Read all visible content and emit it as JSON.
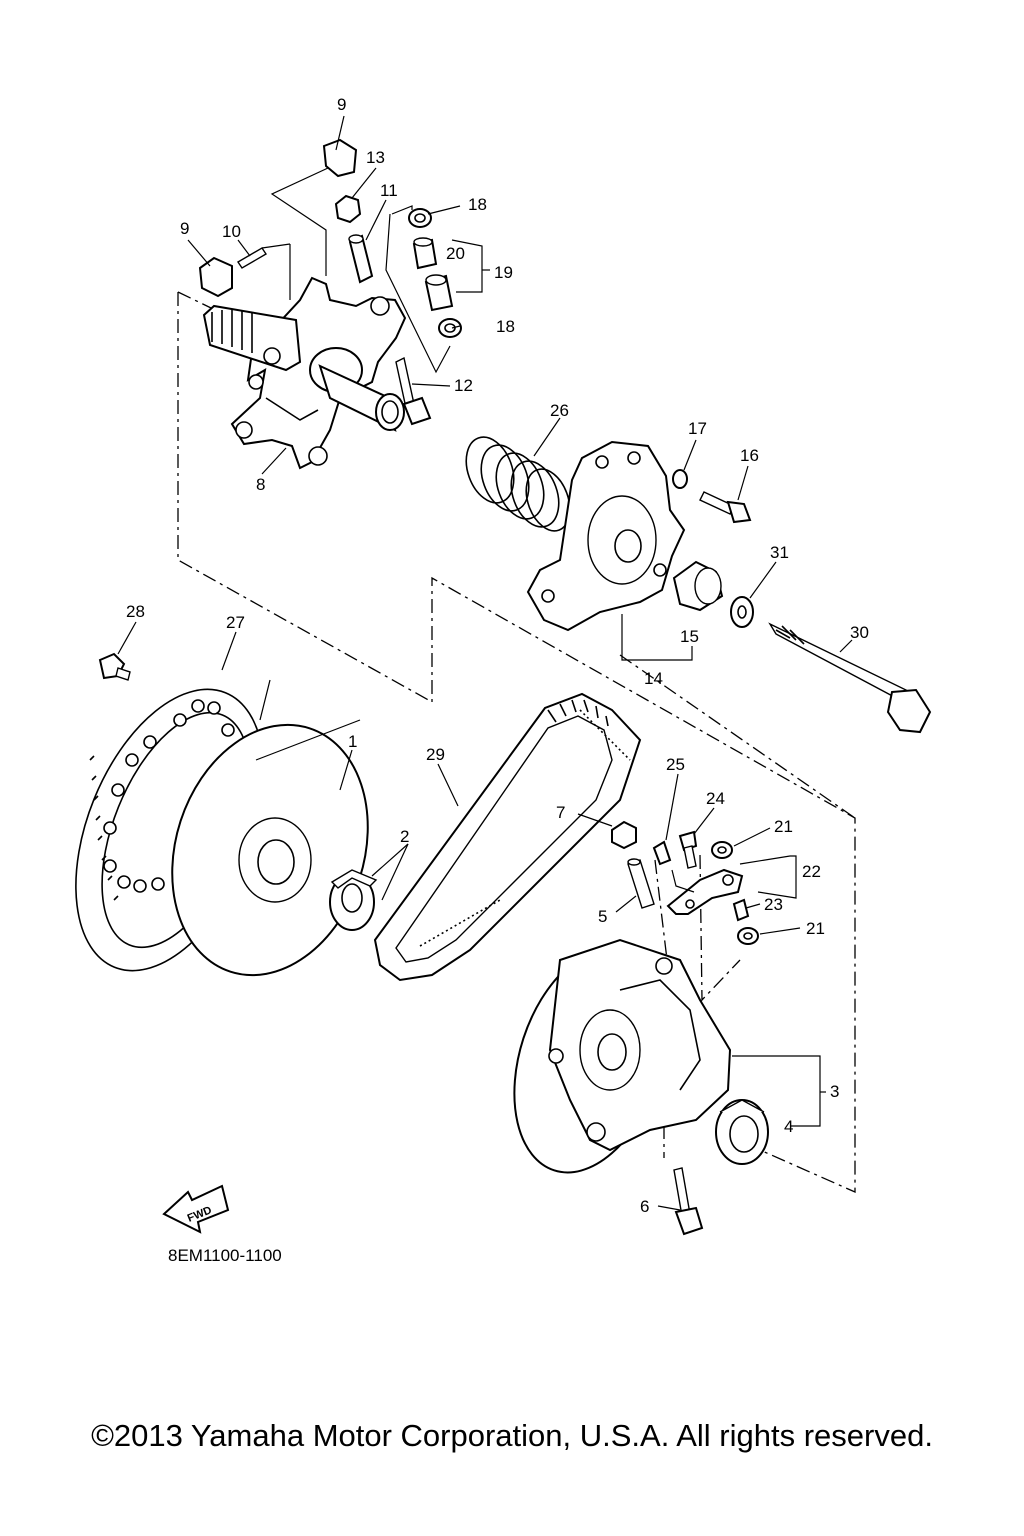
{
  "diagram": {
    "code": "8EM1100-1100",
    "copyright": "©2013 Yamaha Motor Corporation, U.S.A. All rights reserved.",
    "fwd_label": "FWD",
    "labels": [
      {
        "id": "l9a",
        "text": "9"
      },
      {
        "id": "l13",
        "text": "13"
      },
      {
        "id": "l11",
        "text": "11"
      },
      {
        "id": "l18a",
        "text": "18"
      },
      {
        "id": "l9b",
        "text": "9"
      },
      {
        "id": "l10",
        "text": "10"
      },
      {
        "id": "l20",
        "text": "20"
      },
      {
        "id": "l19",
        "text": "19"
      },
      {
        "id": "l18b",
        "text": "18"
      },
      {
        "id": "l12",
        "text": "12"
      },
      {
        "id": "l26",
        "text": "26"
      },
      {
        "id": "l17",
        "text": "17"
      },
      {
        "id": "l16",
        "text": "16"
      },
      {
        "id": "l8",
        "text": "8"
      },
      {
        "id": "l31",
        "text": "31"
      },
      {
        "id": "l28",
        "text": "28"
      },
      {
        "id": "l27",
        "text": "27"
      },
      {
        "id": "l30",
        "text": "30"
      },
      {
        "id": "l15",
        "text": "15"
      },
      {
        "id": "l14",
        "text": "14"
      },
      {
        "id": "l1",
        "text": "1"
      },
      {
        "id": "l29",
        "text": "29"
      },
      {
        "id": "l25",
        "text": "25"
      },
      {
        "id": "l24",
        "text": "24"
      },
      {
        "id": "l7",
        "text": "7"
      },
      {
        "id": "l21a",
        "text": "21"
      },
      {
        "id": "l2",
        "text": "2"
      },
      {
        "id": "l22",
        "text": "22"
      },
      {
        "id": "l23",
        "text": "23"
      },
      {
        "id": "l5",
        "text": "5"
      },
      {
        "id": "l21b",
        "text": "21"
      },
      {
        "id": "l3",
        "text": "3"
      },
      {
        "id": "l4",
        "text": "4"
      },
      {
        "id": "l6",
        "text": "6"
      }
    ]
  }
}
